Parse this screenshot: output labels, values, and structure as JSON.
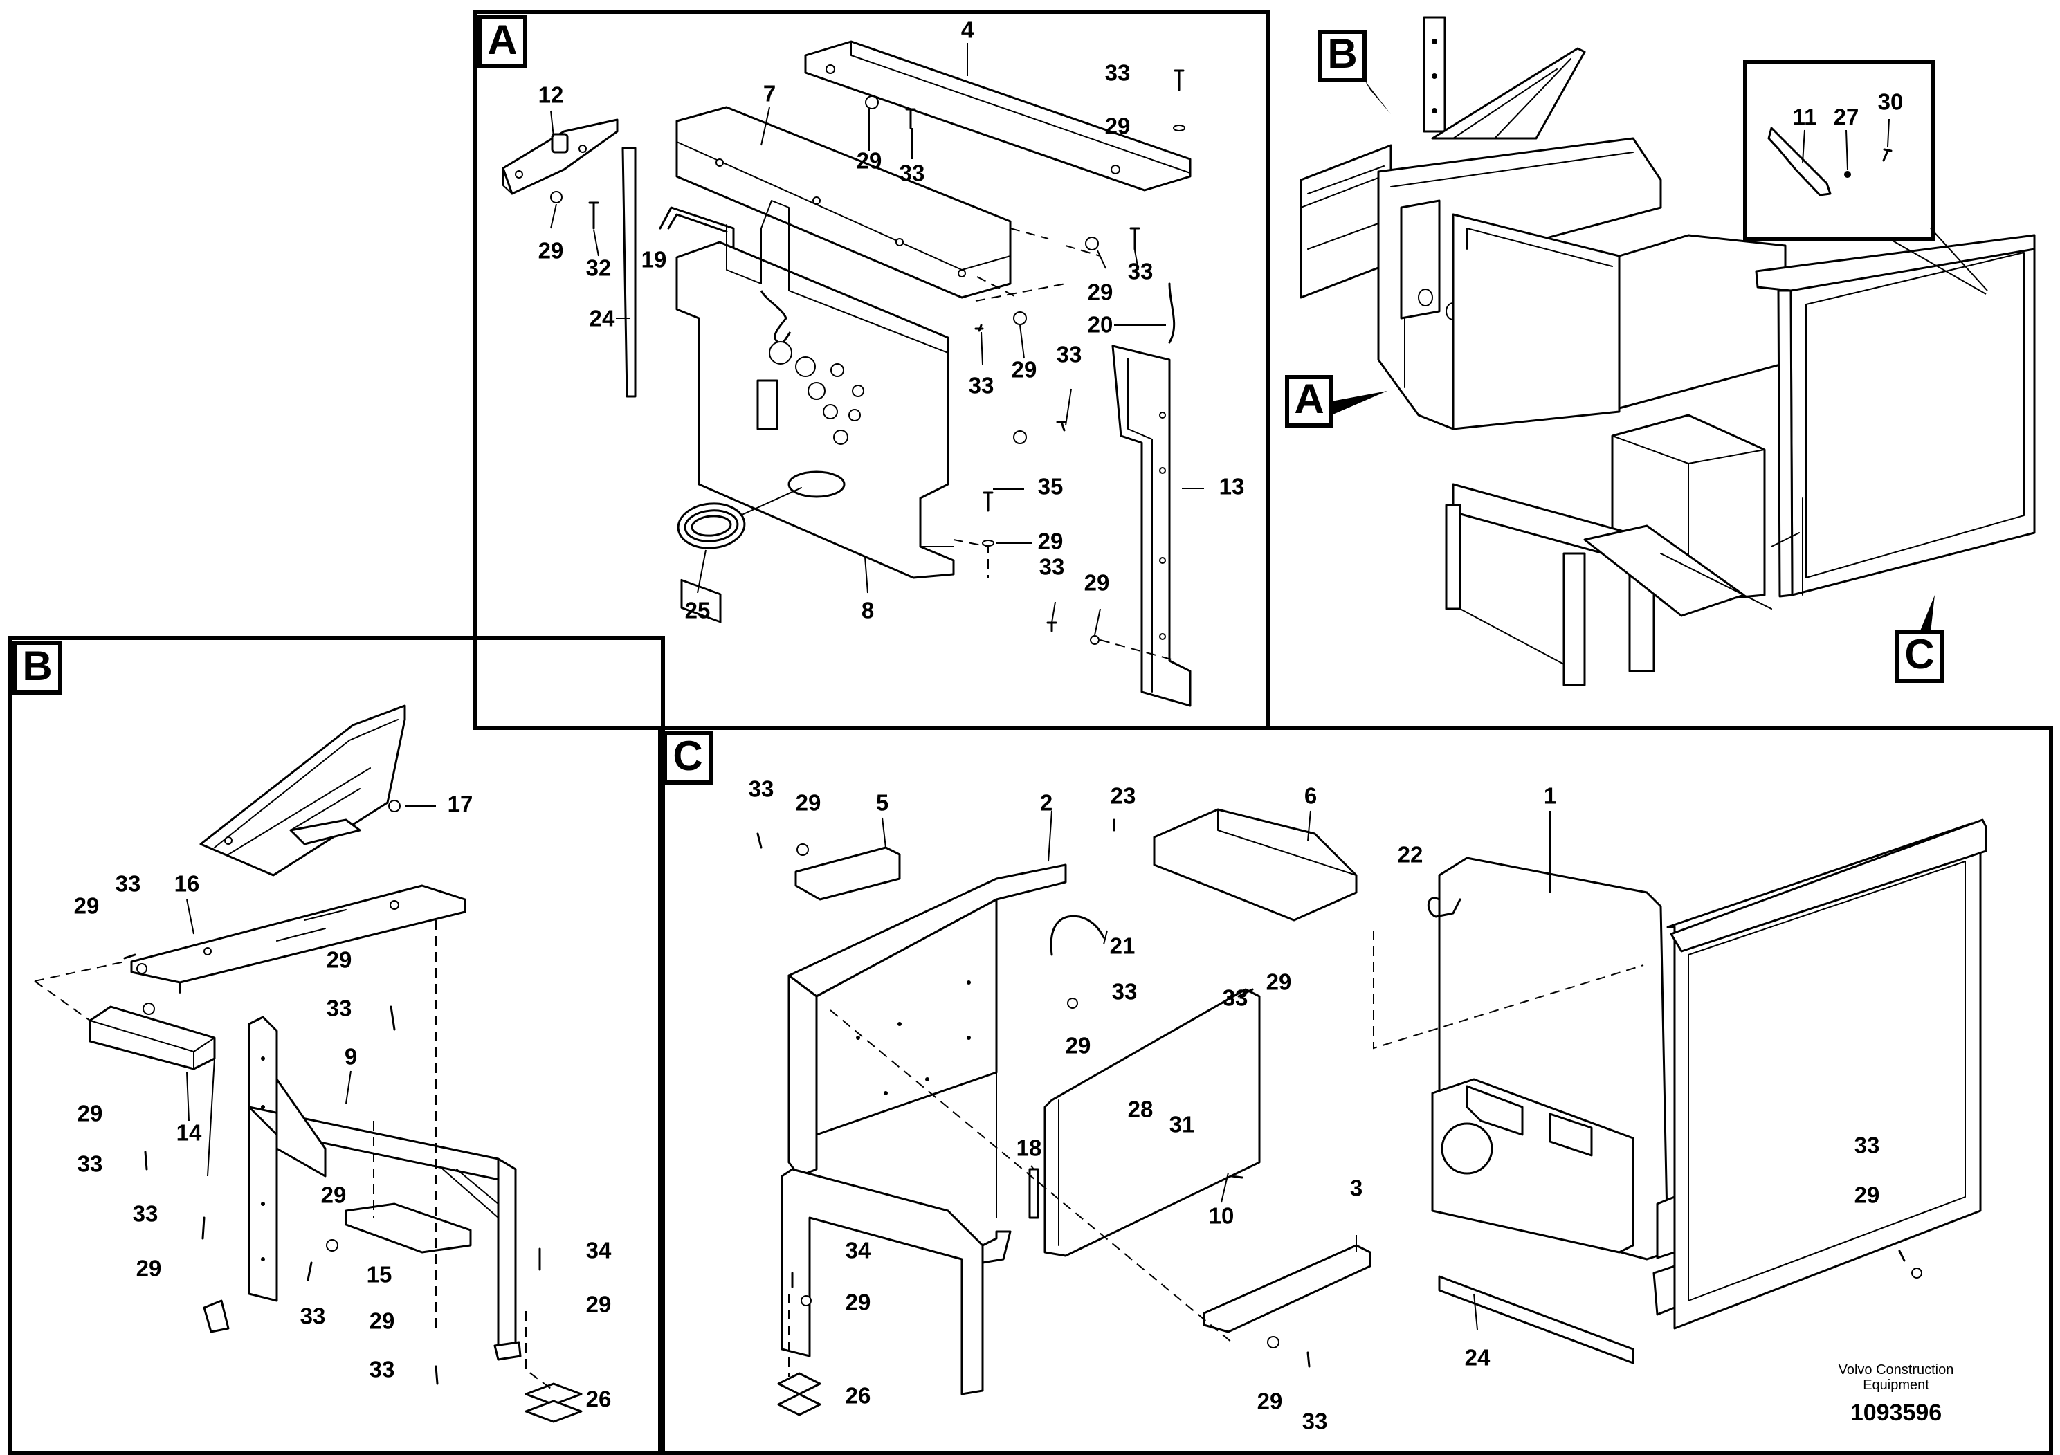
{
  "sections": {
    "A": {
      "label": "A"
    },
    "B": {
      "label": "B"
    },
    "C": {
      "label": "C"
    }
  },
  "overview": {
    "callout_a": "A",
    "callout_b": "B",
    "callout_c": "C"
  },
  "callouts": {
    "A": {
      "c1": "12",
      "c2": "4",
      "c3": "7",
      "c4": "33",
      "c5": "29",
      "c6": "29",
      "c7": "33",
      "c8": "29",
      "c9": "32",
      "c10": "19",
      "c11": "24",
      "c12": "29",
      "c13": "33",
      "c14": "20",
      "c15": "33",
      "c16": "29",
      "c17": "33",
      "c18": "35",
      "c19": "13",
      "c20": "29",
      "c21": "33",
      "c22": "29",
      "c23": "25",
      "c24": "8"
    },
    "B": {
      "c1": "17",
      "c2": "29",
      "c3": "33",
      "c4": "16",
      "c5": "29",
      "c6": "33",
      "c7": "29",
      "c8": "14",
      "c9": "33",
      "c10": "9",
      "c11": "33",
      "c12": "29",
      "c13": "29",
      "c14": "15",
      "c15": "33",
      "c16": "34",
      "c17": "29",
      "c18": "29",
      "c19": "33",
      "c20": "26"
    },
    "C": {
      "c1": "33",
      "c2": "29",
      "c3": "5",
      "c4": "2",
      "c5": "23",
      "c6": "6",
      "c7": "1",
      "c8": "22",
      "c9": "21",
      "c10": "33",
      "c11": "29",
      "c12": "29",
      "c13": "33",
      "c14": "28",
      "c15": "31",
      "c16": "18",
      "c17": "10",
      "c18": "33",
      "c19": "29",
      "c20": "3",
      "c21": "34",
      "c22": "29",
      "c23": "26",
      "c24": "29",
      "c25": "33",
      "c26": "24"
    },
    "inset": {
      "c1": "11",
      "c2": "27",
      "c3": "30"
    }
  },
  "footer": {
    "brand_line1": "Volvo Construction",
    "brand_line2": "Equipment",
    "doc_number": "1093596"
  }
}
